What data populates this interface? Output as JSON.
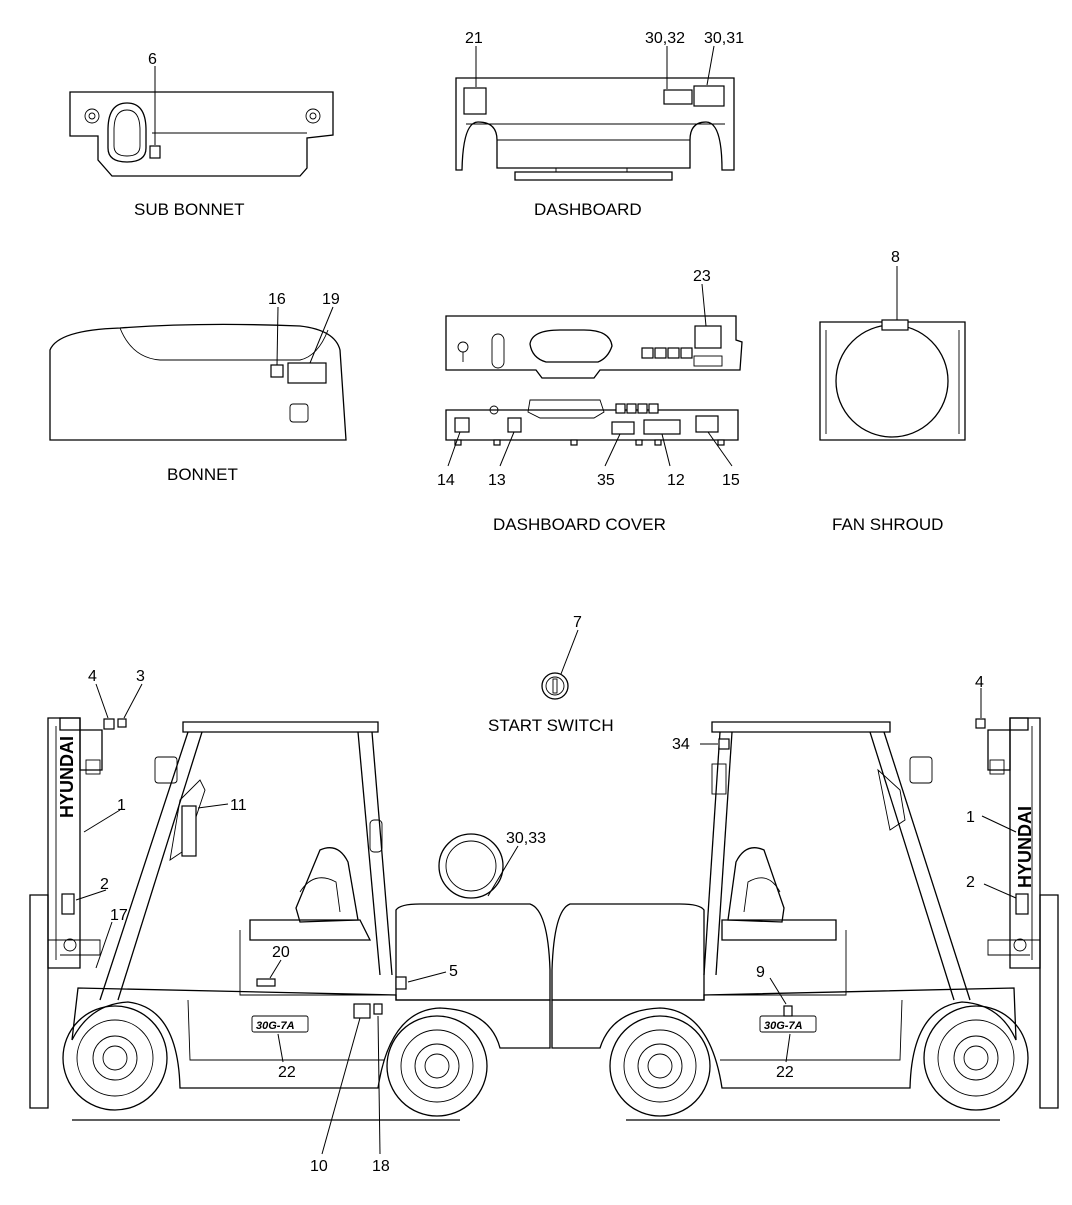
{
  "captions": {
    "sub_bonnet": "SUB BONNET",
    "dashboard": "DASHBOARD",
    "bonnet": "BONNET",
    "dashboard_cover": "DASHBOARD COVER",
    "fan_shroud": "FAN SHROUD",
    "start_switch": "START SWITCH"
  },
  "brand": "HYUNDAI",
  "model_plate": "30G-7A",
  "callouts": {
    "sub_bonnet_6": "6",
    "dash_21": "21",
    "dash_30_32": "30,32",
    "dash_30_31": "30,31",
    "bonnet_16": "16",
    "bonnet_19": "19",
    "cover_23": "23",
    "fan_8": "8",
    "cover_14": "14",
    "cover_13": "13",
    "cover_35": "35",
    "cover_12": "12",
    "cover_15": "15",
    "start_7": "7",
    "left_4": "4",
    "left_3": "3",
    "left_1": "1",
    "left_11": "11",
    "left_30_33": "30,33",
    "left_2": "2",
    "left_17": "17",
    "left_20": "20",
    "left_5": "5",
    "left_22": "22",
    "left_10": "10",
    "left_18": "18",
    "right_34": "34",
    "right_4": "4",
    "right_1": "1",
    "right_2": "2",
    "right_9": "9",
    "right_22": "22"
  }
}
